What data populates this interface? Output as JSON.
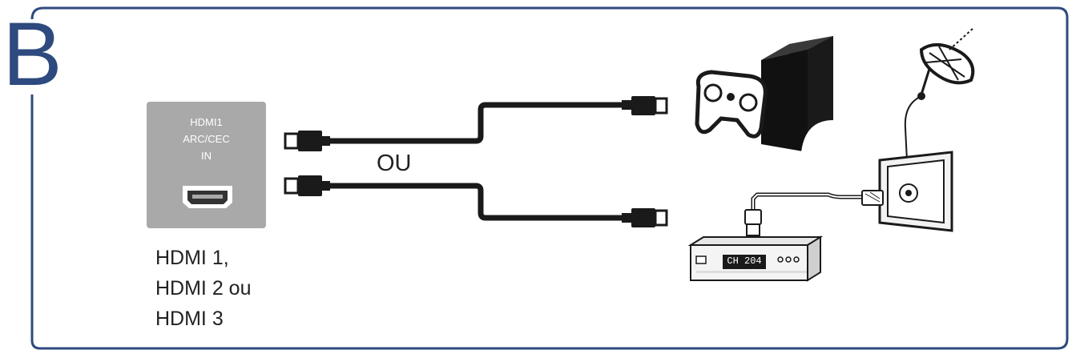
{
  "section_letter": "B",
  "port_panel": {
    "line1": "HDMI1",
    "line2": "ARC/CEC",
    "line3": "IN"
  },
  "or_label": "OU",
  "port_caption": [
    "HDMI 1,",
    "HDMI 2 ou",
    "HDMI 3"
  ],
  "stb_display": "CH 204",
  "devices": [
    "game-controller-icon",
    "media-box-icon",
    "set-top-box-icon",
    "satellite-dish-icon",
    "wall-antenna-socket-icon"
  ],
  "colors": {
    "frame": "#2e4a7e",
    "panel": "#a9a9a9",
    "cable": "#1a1a1a"
  }
}
